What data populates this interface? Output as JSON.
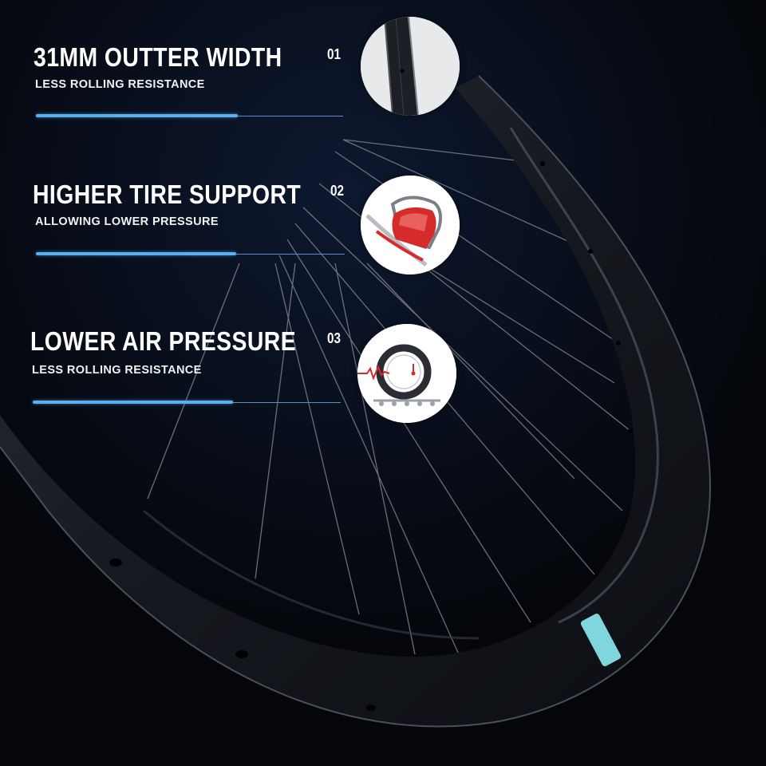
{
  "features": [
    {
      "number": "01",
      "title": "31MM OUTTER WIDTH",
      "subtitle": "LESS ROLLING RESISTANCE",
      "icon": "rim-cross-section-icon"
    },
    {
      "number": "02",
      "title": "HIGHER TIRE SUPPORT",
      "subtitle": "ALLOWING LOWER PRESSURE",
      "icon": "tire-support-icon"
    },
    {
      "number": "03",
      "title": "LOWER AIR PRESSURE",
      "subtitle": "LESS ROLLING RESISTANCE",
      "icon": "rolling-tire-icon"
    }
  ],
  "colors": {
    "accent": "#5aaef2",
    "background": "#05070b",
    "rim": "#1b1f26",
    "decal": "#7fd6dc",
    "tire_red": "#d62b2b"
  }
}
